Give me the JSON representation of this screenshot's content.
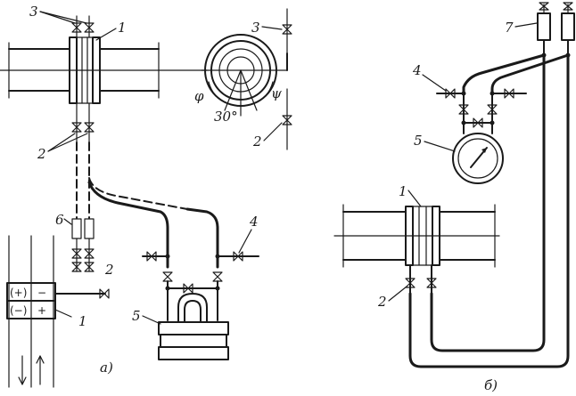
{
  "labels": {
    "n1": "1",
    "n2": "2",
    "n3": "3",
    "n4": "4",
    "n5": "5",
    "n6": "6",
    "n7": "7",
    "angle": "30°",
    "phi": "φ",
    "psi": "ψ",
    "plus": "+",
    "minus": "−",
    "plus_paren": "(+)",
    "minus_paren": "(−)",
    "fig_a": "а)",
    "fig_b": "б)"
  }
}
